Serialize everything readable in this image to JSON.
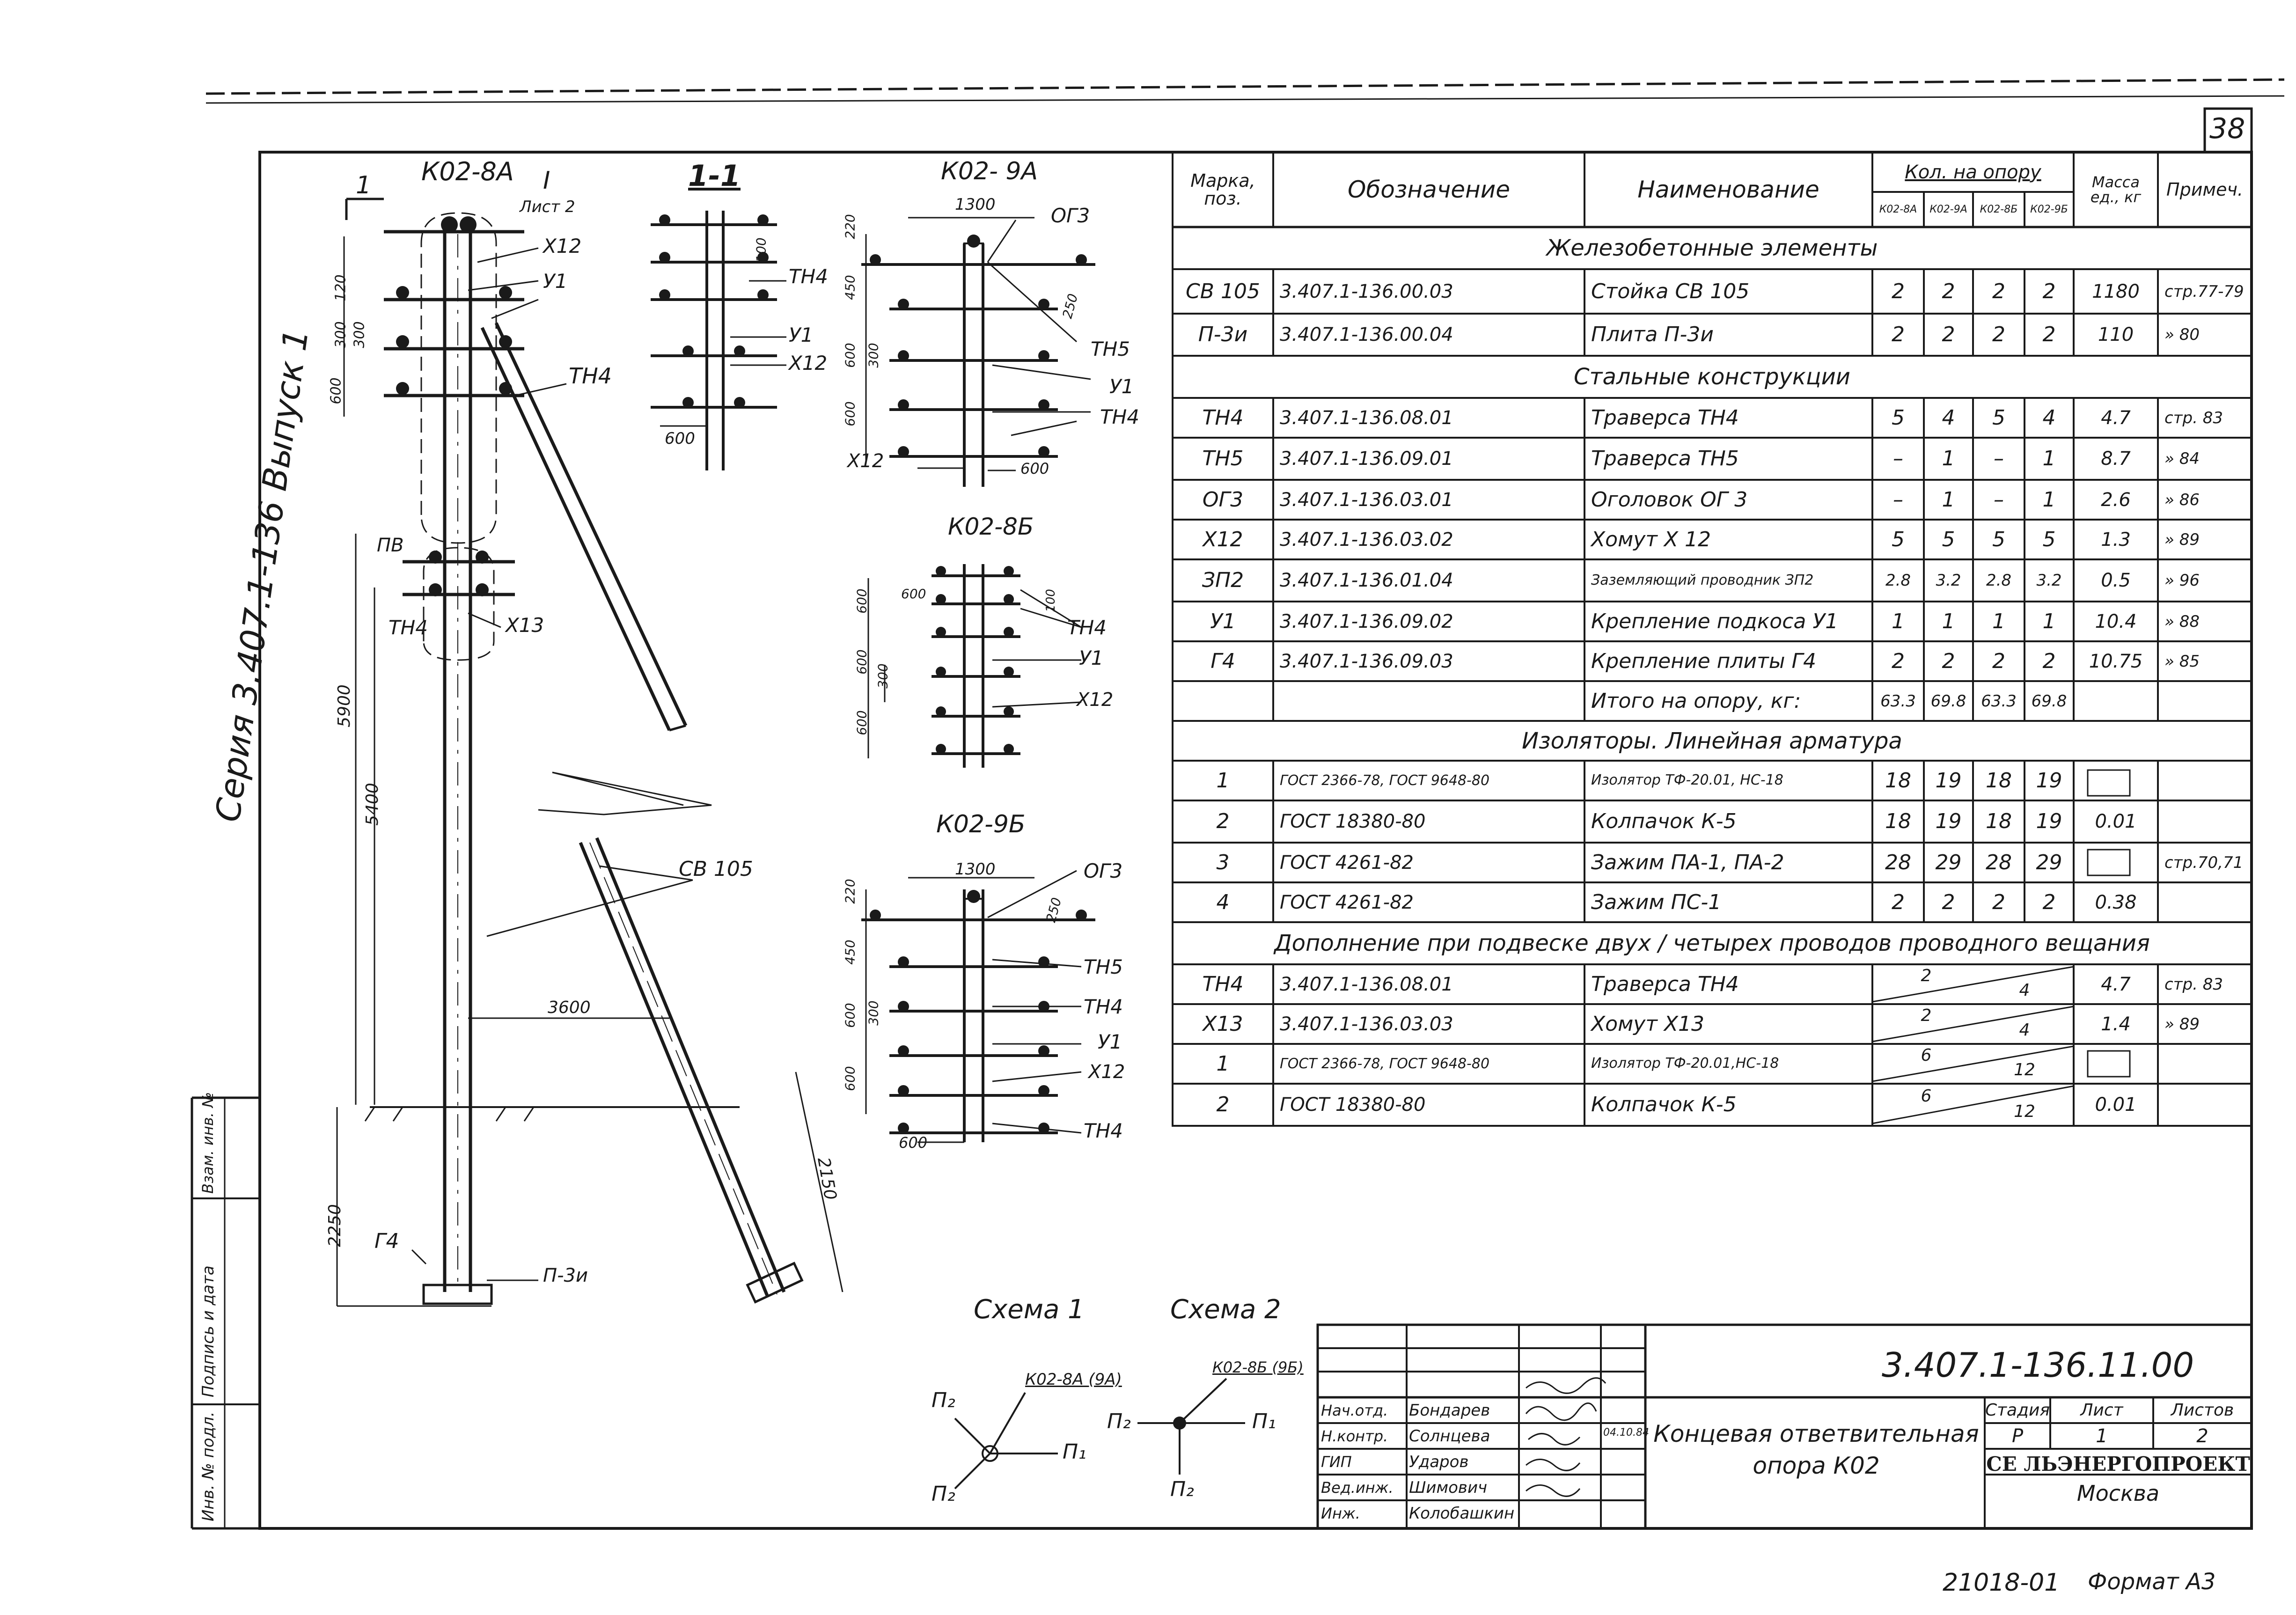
{
  "sheet": {
    "number": "38",
    "series": "Серия 3.407.1-136 Выпуск 1",
    "bottom_code": "21018-01",
    "format": "Формат А3"
  },
  "main_drawing": {
    "title": "К02-8А",
    "detail_mark": "I",
    "detail_ref": "Лист 2",
    "view_mark": "1",
    "labels": {
      "x12": "Х12",
      "u1": "У1",
      "tn4": "ТН4",
      "pv": "ПВ",
      "tn4b": "ТН4",
      "x13": "Х13",
      "sv105": "СВ 105",
      "g4": "Г4",
      "p3i": "П-3и"
    },
    "dims": {
      "d120": "120",
      "d300a": "300",
      "d300b": "300",
      "d600": "600",
      "d5900": "5900",
      "d5400": "5400",
      "d3600": "3600",
      "d2250": "2250",
      "d2150": "2150"
    }
  },
  "section_view": {
    "title": "1-1",
    "labels": {
      "tn4": "ТН4",
      "u1": "У1",
      "x12": "Х12",
      "d600": "600",
      "d100": "100"
    }
  },
  "view_9a": {
    "title": "К02- 9А",
    "labels": {
      "d1300": "1300",
      "og3": "ОГ3",
      "d220": "220",
      "d450": "450",
      "d250": "250",
      "d300": "300",
      "d600": "600",
      "tn5": "ТН5",
      "u1": "У1",
      "tn4": "ТН4",
      "x12": "Х12",
      "d600b": "600",
      "d600c": "600"
    }
  },
  "view_8b": {
    "title": "К02-8Б",
    "labels": {
      "d600a": "600",
      "d600b": "600",
      "d100": "100",
      "tn4": "ТН4",
      "d300": "300",
      "u1": "У1",
      "x12": "Х12",
      "d600c": "600",
      "d600d": "600"
    }
  },
  "view_9b": {
    "title": "К02-9Б",
    "labels": {
      "d1300": "1300",
      "og3": "ОГ3",
      "d220": "220",
      "d250": "250",
      "d450": "450",
      "tn5": "ТН5",
      "d600a": "600",
      "d300": "300",
      "tn4": "ТН4",
      "u1": "У1",
      "d600b": "600",
      "x12": "Х12",
      "d600c": "600",
      "tn4b": "ТН4"
    }
  },
  "schemes": {
    "scheme1": {
      "title": "Схема 1",
      "ref": "К02-8А (9А)",
      "p2a": "П₂",
      "p1": "П₁",
      "p2b": "П₂"
    },
    "scheme2": {
      "title": "Схема 2",
      "ref": "К02-8Б (9Б)",
      "p2a": "П₂",
      "p1": "П₁",
      "p2b": "П₂"
    }
  },
  "left_strip": {
    "cells": [
      "Инв. № подл.",
      "Подпись и дата",
      "Взам. инв. №"
    ]
  },
  "spec_table": {
    "headers": {
      "mark": "Марка, поз.",
      "designation": "Обозначение",
      "name": "Наименование",
      "qty": "Кол. на опору",
      "qty_sub": [
        "К02-8А",
        "К02-9А",
        "К02-8Б",
        "К02-9Б"
      ],
      "mass": "Масса ед., кг",
      "note": "Примеч."
    },
    "sections": [
      {
        "title": "Железобетонные элементы",
        "rows": [
          {
            "mark": "СВ 105",
            "designation": "3.407.1-136.00.03",
            "name": "Стойка СВ 105",
            "q": [
              "2",
              "2",
              "2",
              "2"
            ],
            "mass": "1180",
            "note": "стр.77-79"
          },
          {
            "mark": "П-3и",
            "designation": "3.407.1-136.00.04",
            "name": "Плита П-3и",
            "q": [
              "2",
              "2",
              "2",
              "2"
            ],
            "mass": "110",
            "note": "» 80"
          }
        ]
      },
      {
        "title": "Стальные конструкции",
        "rows": [
          {
            "mark": "ТН4",
            "designation": "3.407.1-136.08.01",
            "name": "Траверса ТН4",
            "q": [
              "5",
              "4",
              "5",
              "4"
            ],
            "mass": "4.7",
            "note": "стр. 83"
          },
          {
            "mark": "ТН5",
            "designation": "3.407.1-136.09.01",
            "name": "Траверса ТН5",
            "q": [
              "–",
              "1",
              "–",
              "1"
            ],
            "mass": "8.7",
            "note": "» 84"
          },
          {
            "mark": "ОГ3",
            "designation": "3.407.1-136.03.01",
            "name": "Оголовок ОГ 3",
            "q": [
              "–",
              "1",
              "–",
              "1"
            ],
            "mass": "2.6",
            "note": "» 86"
          },
          {
            "mark": "Х12",
            "designation": "3.407.1-136.03.02",
            "name": "Хомут Х 12",
            "q": [
              "5",
              "5",
              "5",
              "5"
            ],
            "mass": "1.3",
            "note": "» 89"
          },
          {
            "mark": "ЗП2",
            "designation": "3.407.1-136.01.04",
            "name": "Заземляющий проводник ЗП2",
            "q": [
              "2.8",
              "3.2",
              "2.8",
              "3.2"
            ],
            "mass": "0.5",
            "note": "» 96"
          },
          {
            "mark": "У1",
            "designation": "3.407.1-136.09.02",
            "name": "Крепление подкоса У1",
            "q": [
              "1",
              "1",
              "1",
              "1"
            ],
            "mass": "10.4",
            "note": "» 88"
          },
          {
            "mark": "Г4",
            "designation": "3.407.1-136.09.03",
            "name": "Крепление плиты Г4",
            "q": [
              "2",
              "2",
              "2",
              "2"
            ],
            "mass": "10.75",
            "note": "» 85"
          },
          {
            "mark": "",
            "designation": "",
            "name": "Итого на опору, кг:",
            "q": [
              "63.3",
              "69.8",
              "63.3",
              "69.8"
            ],
            "mass": "",
            "note": ""
          }
        ]
      },
      {
        "title": "Изоляторы. Линейная арматура",
        "rows": [
          {
            "mark": "1",
            "designation": "ГОСТ 2366-78, ГОСТ 9648-80",
            "name": "Изолятор ТФ-20.01, НС-18",
            "q": [
              "18",
              "19",
              "18",
              "19"
            ],
            "mass": "",
            "note": ""
          },
          {
            "mark": "2",
            "designation": "ГОСТ 18380-80",
            "name": "Колпачок К-5",
            "q": [
              "18",
              "19",
              "18",
              "19"
            ],
            "mass": "0.01",
            "note": ""
          },
          {
            "mark": "3",
            "designation": "ГОСТ 4261-82",
            "name": "Зажим ПА-1, ПА-2",
            "q": [
              "28",
              "29",
              "28",
              "29"
            ],
            "mass": "",
            "note": "стр.70,71"
          },
          {
            "mark": "4",
            "designation": "ГОСТ 4261-82",
            "name": "Зажим ПС-1",
            "q": [
              "2",
              "2",
              "2",
              "2"
            ],
            "mass": "0.38",
            "note": ""
          }
        ]
      },
      {
        "title": "Дополнение при подвеске двух / четырех проводов проводного вещания",
        "rows": [
          {
            "mark": "ТН4",
            "designation": "3.407.1-136.08.01",
            "name": "Траверса ТН4",
            "frac": [
              "2",
              "4"
            ],
            "mass": "4.7",
            "note": "стр. 83"
          },
          {
            "mark": "Х13",
            "designation": "3.407.1-136.03.03",
            "name": "Хомут Х13",
            "frac": [
              "2",
              "4"
            ],
            "mass": "1.4",
            "note": "» 89"
          },
          {
            "mark": "1",
            "designation": "ГОСТ 2366-78, ГОСТ 9648-80",
            "name": "Изолятор ТФ-20.01,НС-18",
            "frac": [
              "6",
              "12"
            ],
            "mass": "",
            "note": ""
          },
          {
            "mark": "2",
            "designation": "ГОСТ 18380-80",
            "name": "Колпачок К-5",
            "frac": [
              "6",
              "12"
            ],
            "mass": "0.01",
            "note": ""
          }
        ]
      }
    ]
  },
  "title_block": {
    "doc_code": "3.407.1-136.11.00",
    "people": [
      {
        "role": "Нач.отд.",
        "name": "Бондарев"
      },
      {
        "role": "Н.контр.",
        "name": "Солнцева"
      },
      {
        "role": "ГИП",
        "name": "Ударов"
      },
      {
        "role": "Вед.инж.",
        "name": "Шимович"
      },
      {
        "role": "Инж.",
        "name": "Колобашкин"
      }
    ],
    "date": "04.10.84",
    "title": "Концевая ответвительная опора К02",
    "stage_h": "Стадия",
    "sheet_h": "Лист",
    "sheets_h": "Листов",
    "stage": "Р",
    "sheet": "1",
    "sheets": "2",
    "org": "СЕ ЛЬЭНЕРГОПРОЕКТ",
    "city": "Москва"
  }
}
